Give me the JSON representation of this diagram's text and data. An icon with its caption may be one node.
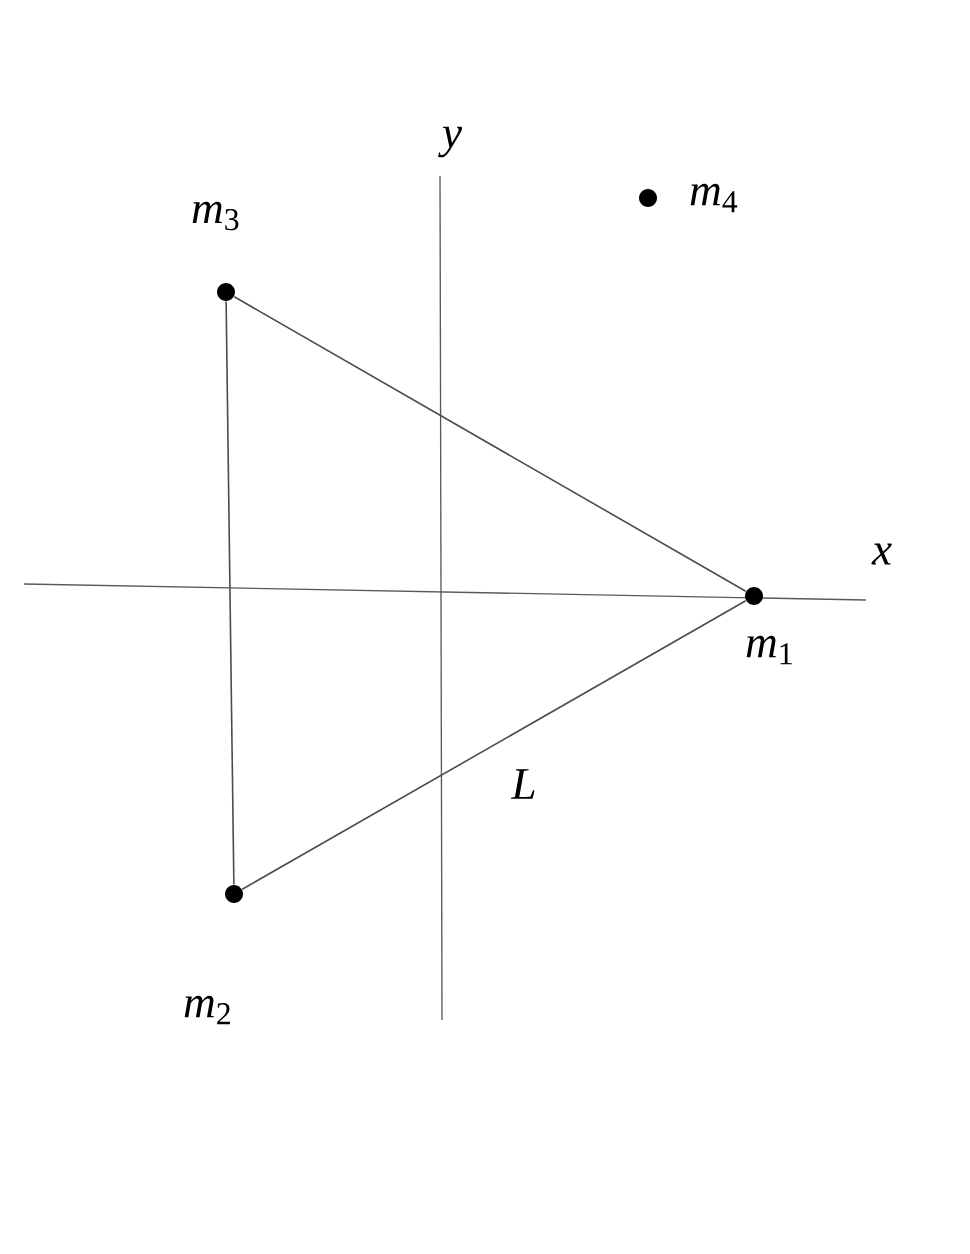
{
  "diagram": {
    "nodes": [
      {
        "text": [],
        "shape": "circle",
        "beside": [
          "*m*$_{1}$"
        ]
      },
      {
        "text": [],
        "shape": "circle",
        "beside": [
          "*m*$_{2}$"
        ]
      },
      {
        "text": [],
        "shape": "circle",
        "beside": [
          "*m*$_{3}$"
        ]
      },
      {
        "text": [],
        "shape": "circle",
        "beside": [
          "*m*$_{4}$"
        ]
      }
    ],
    "edges": [
      {
        "from": 0,
        "to": 1,
        "arrow": "none",
        "label": "*L*"
      },
      {
        "from": 1,
        "to": 2,
        "arrow": "none"
      },
      {
        "from": 2,
        "to": 0,
        "arrow": "none"
      }
    ],
    "labels": [
      "*y*",
      "*x*"
    ]
  }
}
